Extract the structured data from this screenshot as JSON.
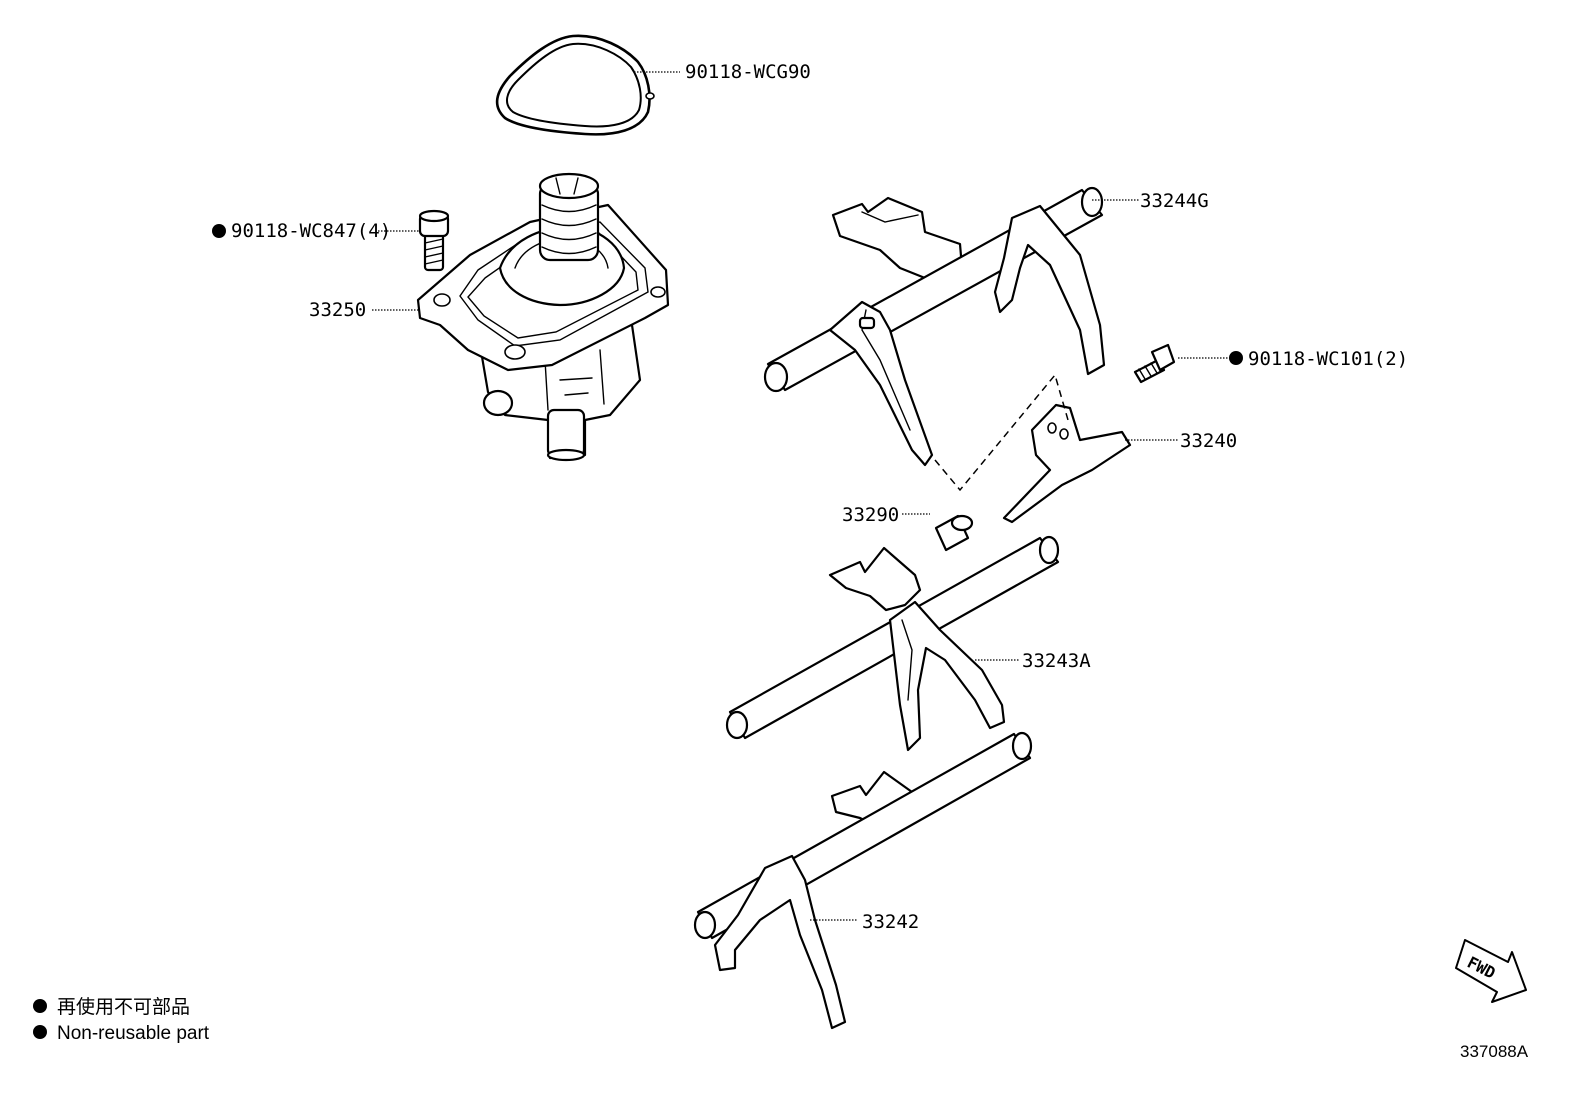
{
  "callouts": {
    "oring": "90118-WCG90",
    "bolt_left": "90118-WC847(4)",
    "selector_assy": "33250",
    "fork_top": "33244G",
    "bolt_right": "90118-WC101(2)",
    "lever": "33240",
    "pin": "33290",
    "fork_mid": "33243A",
    "fork_bottom": "33242"
  },
  "legend": {
    "marker": "●",
    "japanese": "再使用不可部品",
    "english": "Non-reusable part"
  },
  "fwd_label": "FWD",
  "diagram_code": "337088A"
}
